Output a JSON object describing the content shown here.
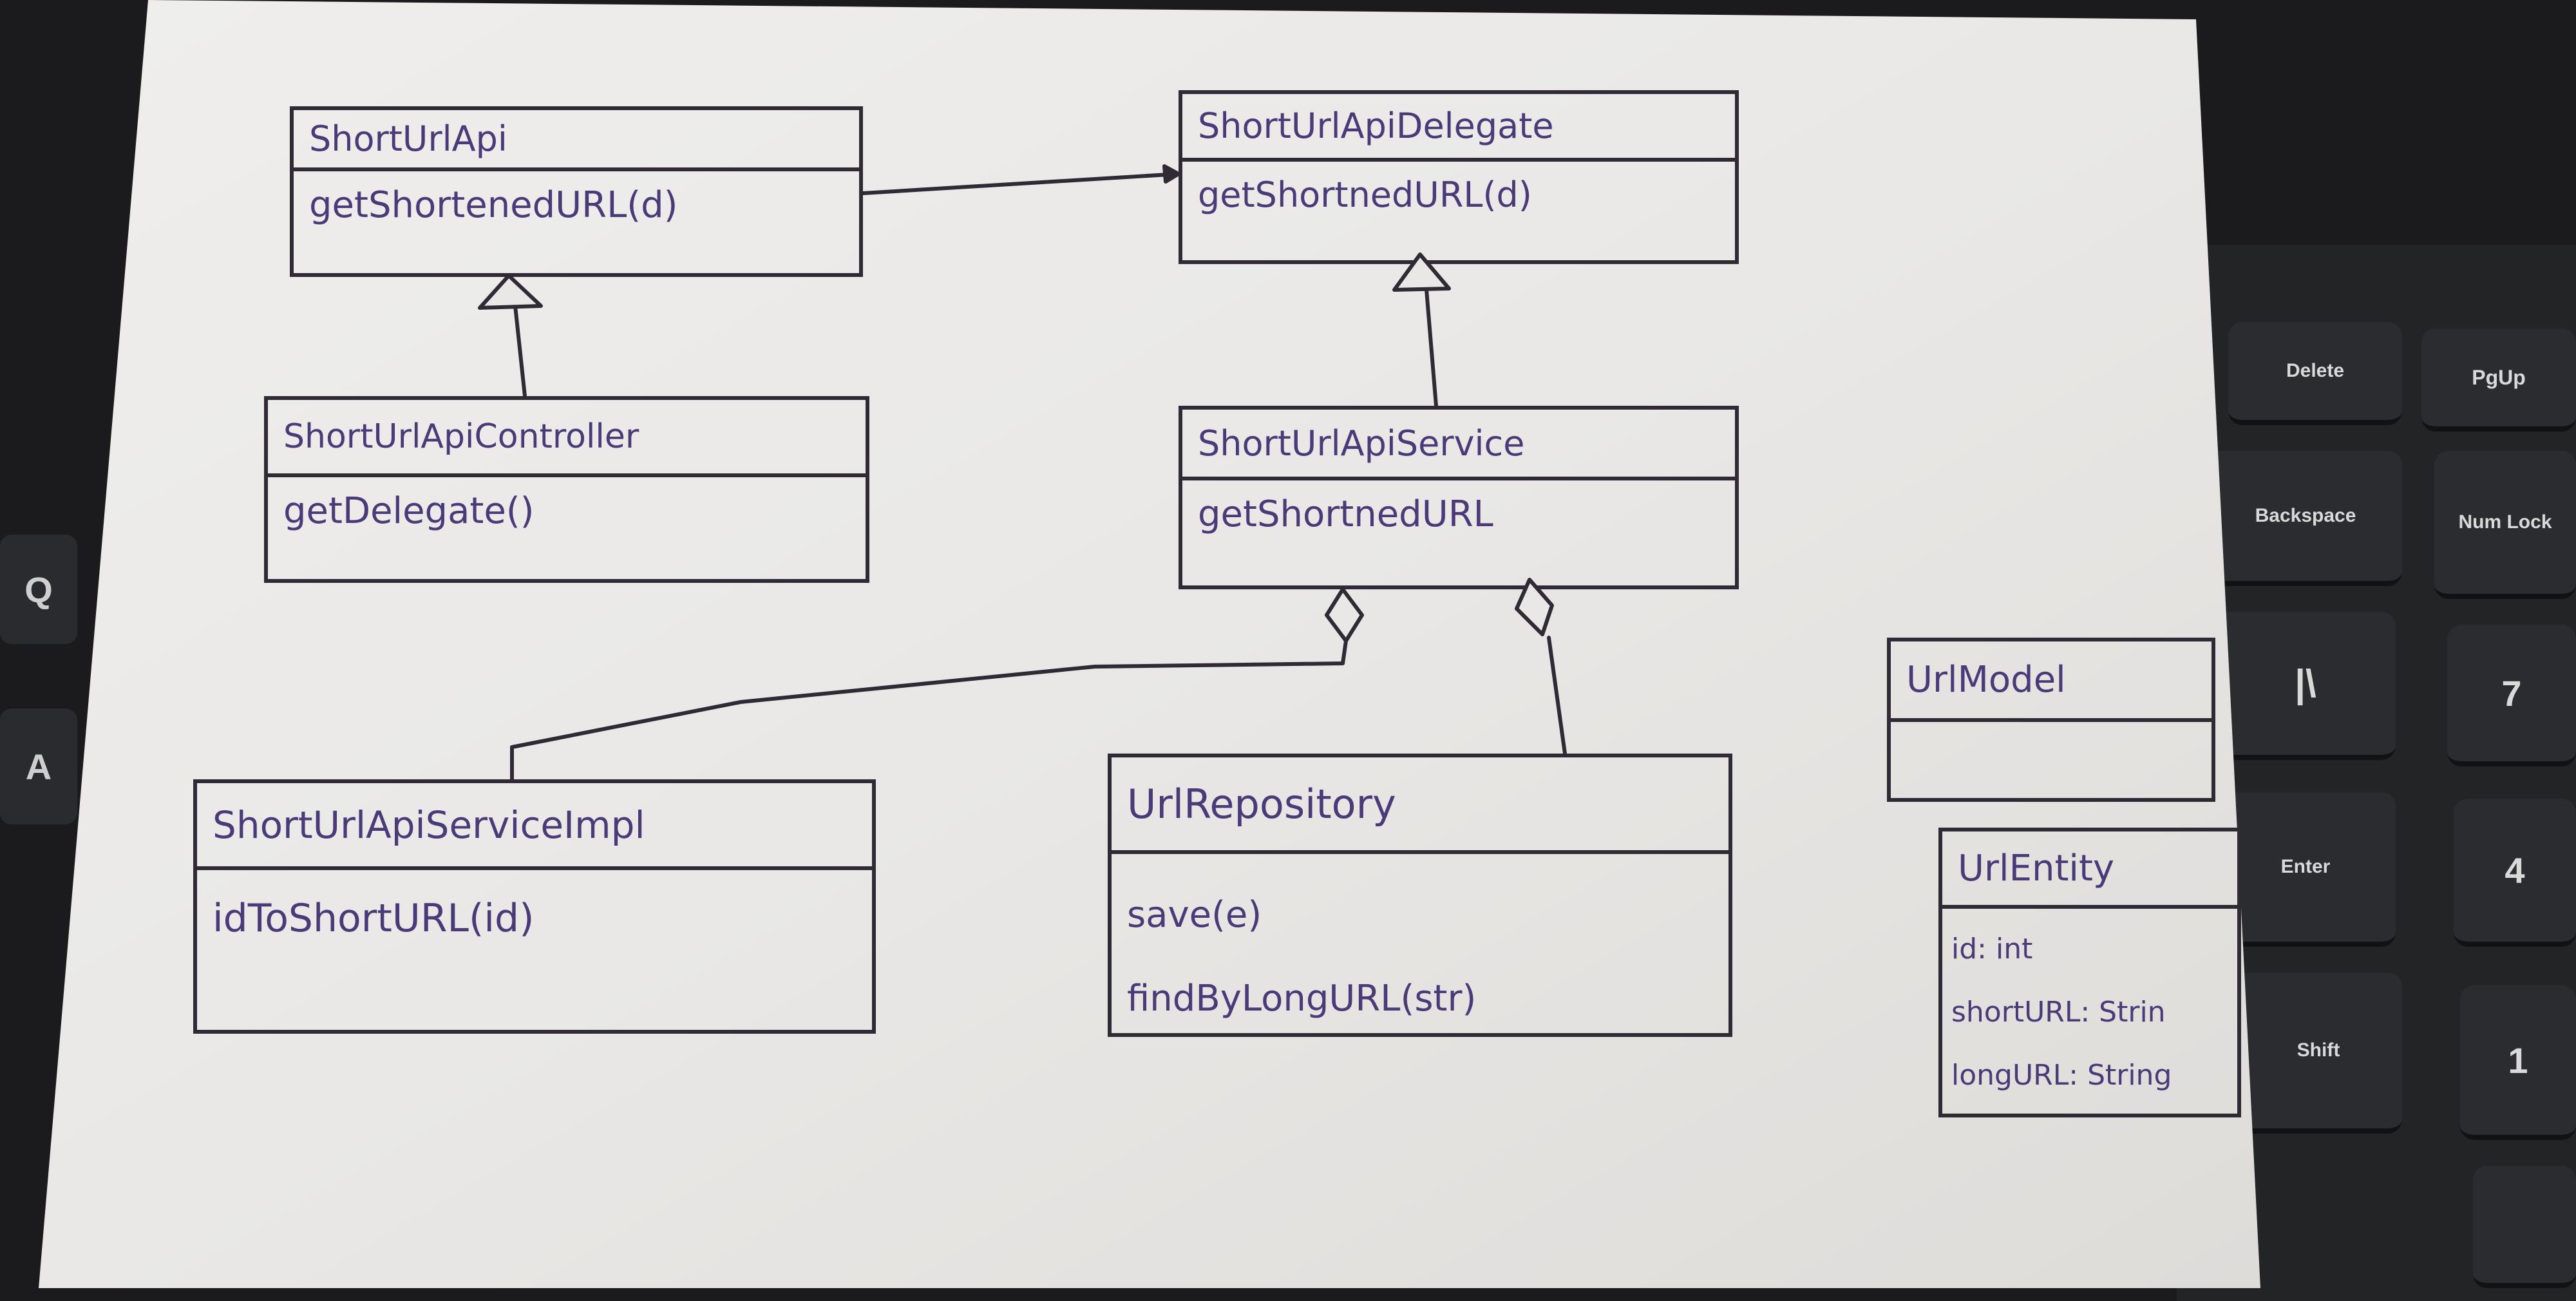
{
  "diagram": {
    "classes": [
      {
        "id": "short-url-api",
        "name": "ShortUrlApi",
        "members": [
          "getShortenedURL(d)"
        ]
      },
      {
        "id": "short-url-api-delegate",
        "name": "ShortUrlApiDelegate",
        "members": [
          "getShortnedURL(d)"
        ]
      },
      {
        "id": "short-url-api-controller",
        "name": "ShortUrlApiController",
        "members": [
          "getDelegate()"
        ]
      },
      {
        "id": "short-url-api-service",
        "name": "ShortUrlApiService",
        "members": [
          "getShortnedURL"
        ]
      },
      {
        "id": "url-model",
        "name": "UrlModel",
        "members": []
      },
      {
        "id": "short-url-api-service-impl",
        "name": "ShortUrlApiServiceImpl",
        "members": [
          "idToShortURL(id)"
        ]
      },
      {
        "id": "url-repository",
        "name": "UrlRepository",
        "members": [
          "save(e)",
          "findByLongURL(str)"
        ]
      },
      {
        "id": "url-entity",
        "name": "UrlEntity",
        "members": [
          "id: int",
          "shortURL: Strin",
          "longURL: String"
        ]
      }
    ],
    "relations": [
      {
        "from": "short-url-api",
        "to": "short-url-api-delegate",
        "type": "association"
      },
      {
        "from": "short-url-api-controller",
        "to": "short-url-api",
        "type": "generalization"
      },
      {
        "from": "short-url-api-service",
        "to": "short-url-api-delegate",
        "type": "generalization"
      },
      {
        "from": "short-url-api-service-impl",
        "to": "short-url-api-service",
        "type": "aggregation"
      },
      {
        "from": "url-repository",
        "to": "short-url-api-service",
        "type": "aggregation"
      }
    ]
  },
  "keyboard": {
    "keys": [
      "Delete",
      "PgUp",
      "Backspace",
      "Num Lock",
      "|\\",
      "7",
      "Enter",
      "4",
      "Shift",
      "1"
    ],
    "left_keys": [
      "Q",
      "A"
    ]
  },
  "colors": {
    "ink": "#2f2a33",
    "text": "#4a3a78",
    "paper": "#e9e8e6"
  }
}
